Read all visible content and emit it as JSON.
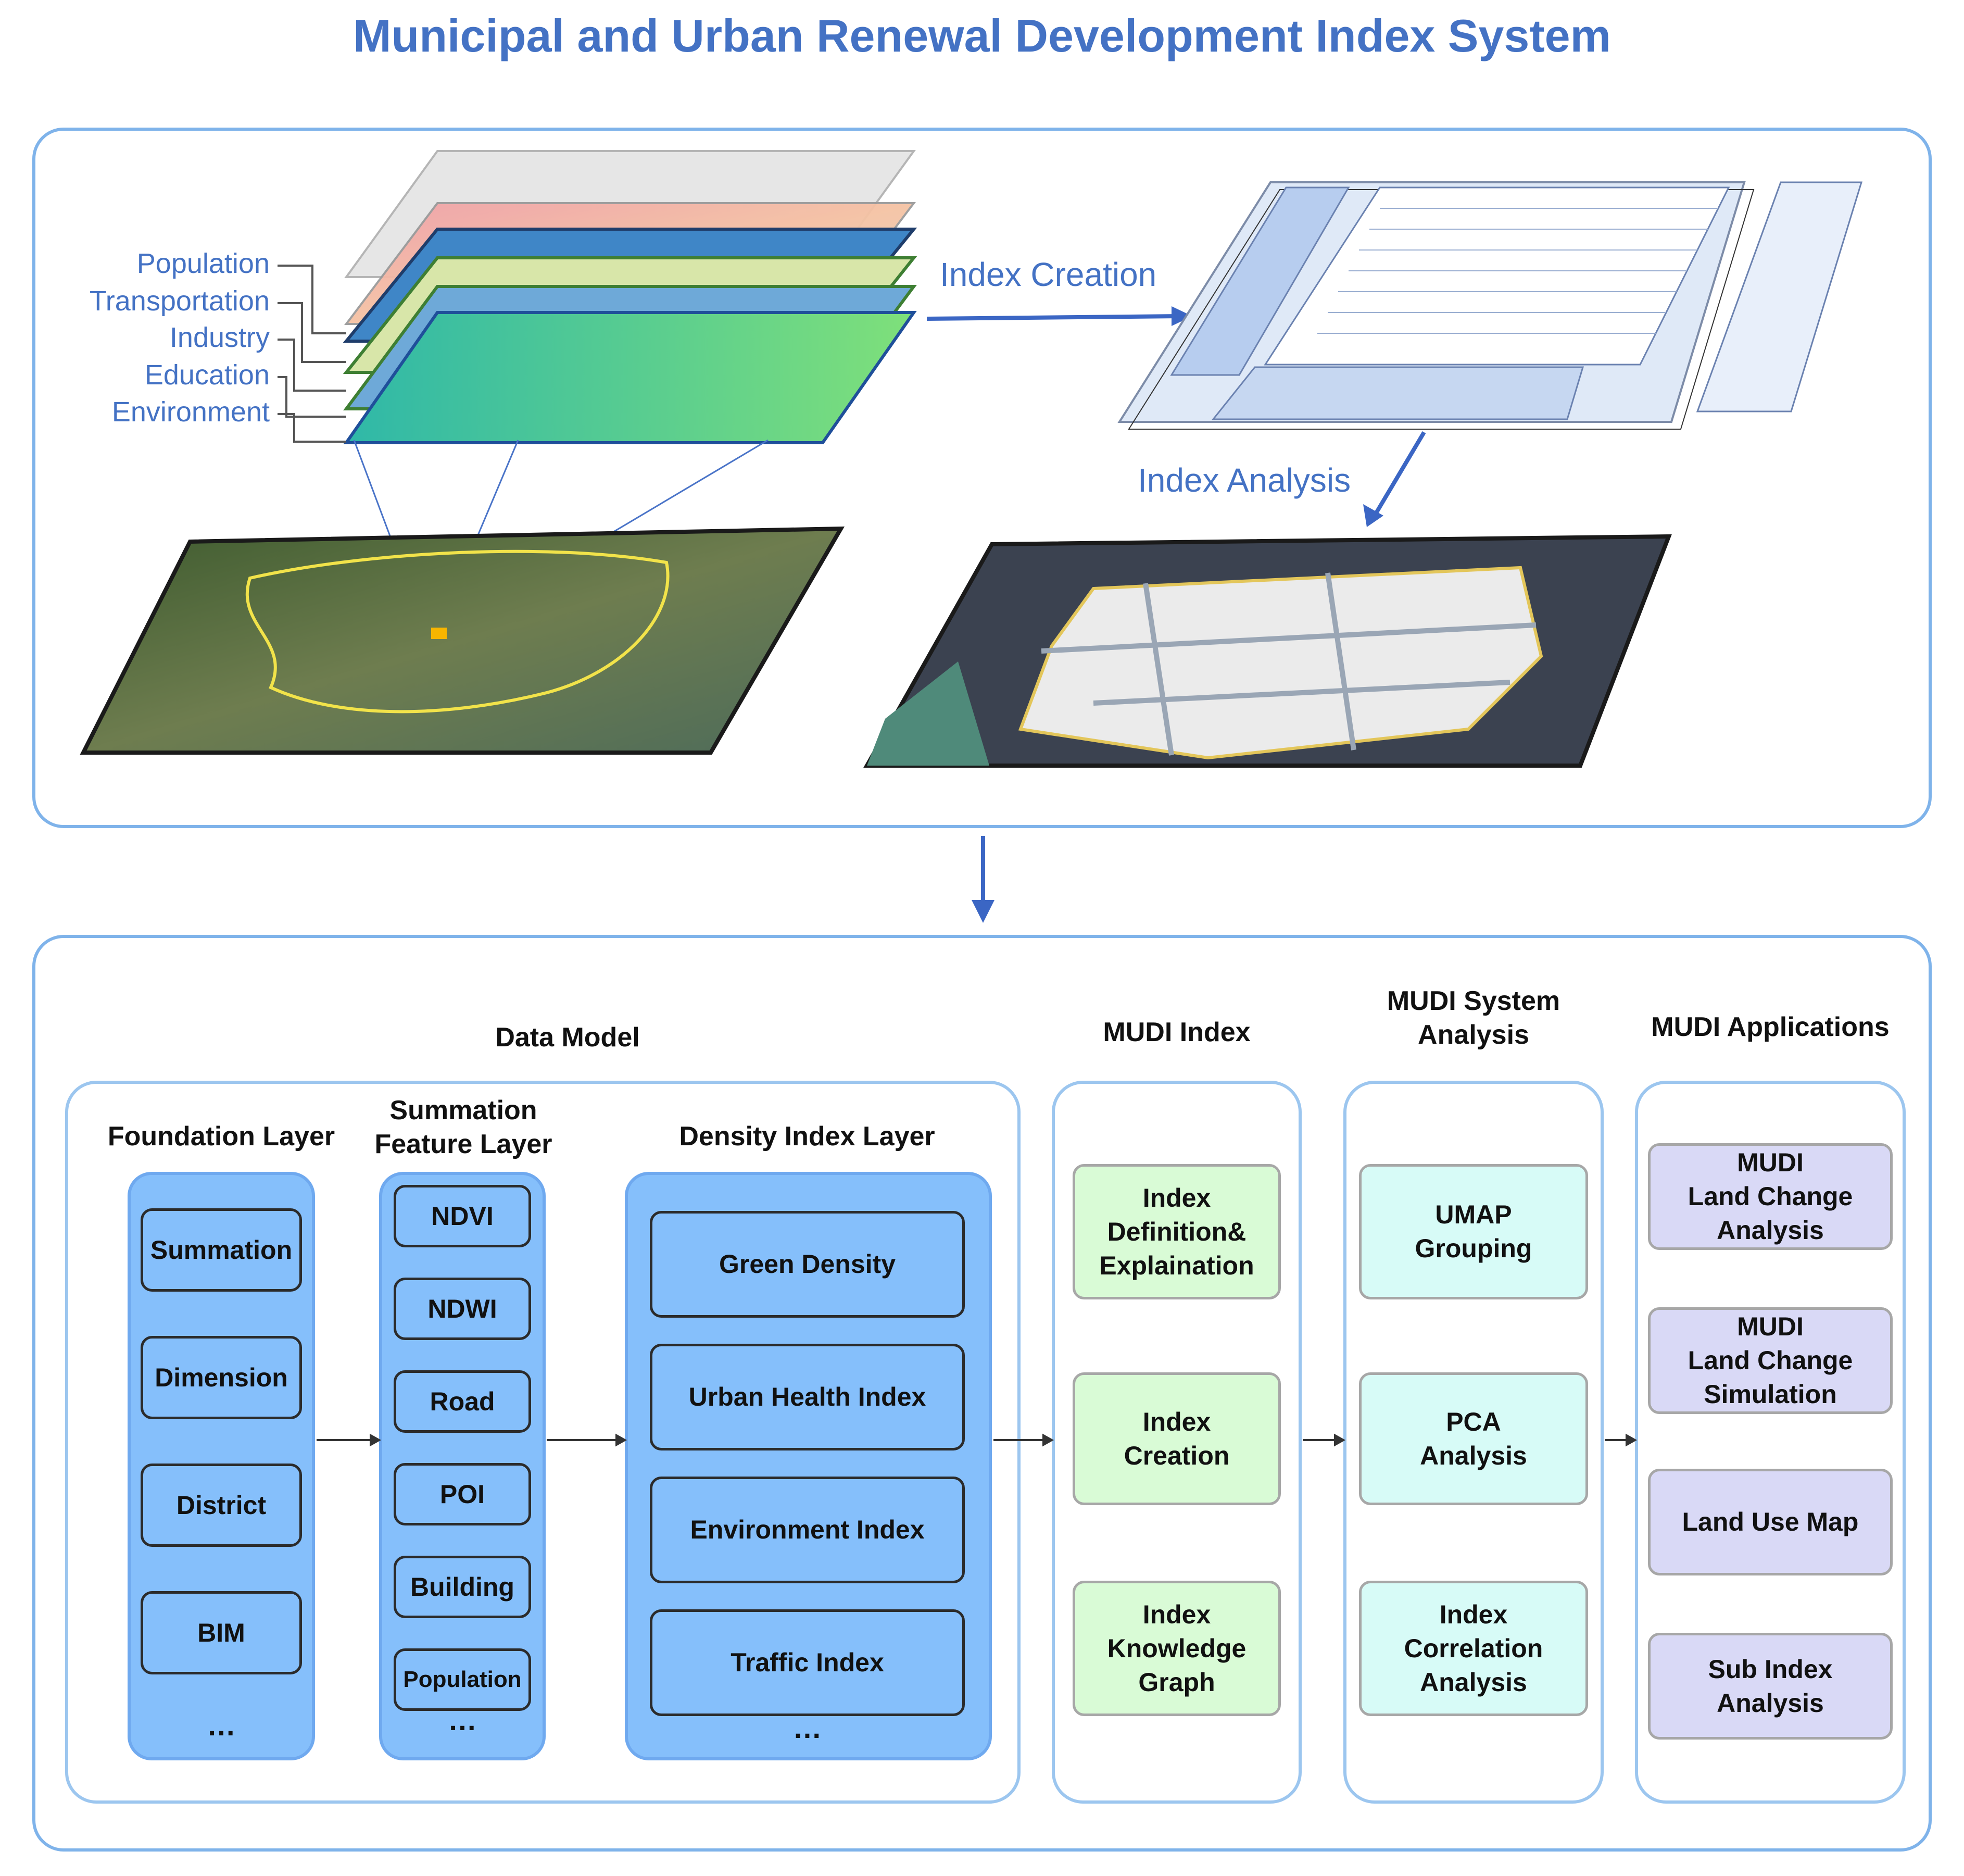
{
  "title": "Municipal and Urban Renewal Development Index System",
  "top_panel": {
    "layers": [
      "Population",
      "Transportation",
      "Industry",
      "Education",
      "Environment"
    ],
    "index_creation_label": "Index Creation",
    "index_analysis_label": "Index Analysis"
  },
  "bottom_panel": {
    "data_model": {
      "header": "Data Model",
      "foundation": {
        "header": "Foundation Layer",
        "items": [
          "Summation",
          "Dimension",
          "District",
          "BIM"
        ],
        "more": "…"
      },
      "summation_feature": {
        "header": "Summation\nFeature Layer",
        "items": [
          "NDVI",
          "NDWI",
          "Road",
          "POI",
          "Building",
          "Population"
        ],
        "more": "…"
      },
      "density_index": {
        "header": "Density Index Layer",
        "items": [
          "Green Density",
          "Urban Health Index",
          "Environment Index",
          "Traffic Index"
        ],
        "more": "…"
      }
    },
    "mudi_index": {
      "header": "MUDI Index",
      "items": [
        "Index\nDefinition&\nExplaination",
        "Index\nCreation",
        "Index\nKnowledge\nGraph"
      ]
    },
    "mudi_system_analysis": {
      "header": "MUDI System\nAnalysis",
      "items": [
        "UMAP\nGrouping",
        "PCA\nAnalysis",
        "Index\nCorrelation\nAnalysis"
      ]
    },
    "mudi_applications": {
      "header": "MUDI Applications",
      "items": [
        "MUDI\nLand Change\nAnalysis",
        "MUDI\nLand Change\nSimulation",
        "Land Use Map",
        "Sub Index\nAnalysis"
      ]
    }
  },
  "colors": {
    "title": "#4472c4",
    "panel_border": "#7fb3ea",
    "box_blue": "#85bffb",
    "box_green": "#d9fbd6",
    "box_cyan": "#d7fbf7",
    "box_lavender": "#d9d9f6"
  }
}
